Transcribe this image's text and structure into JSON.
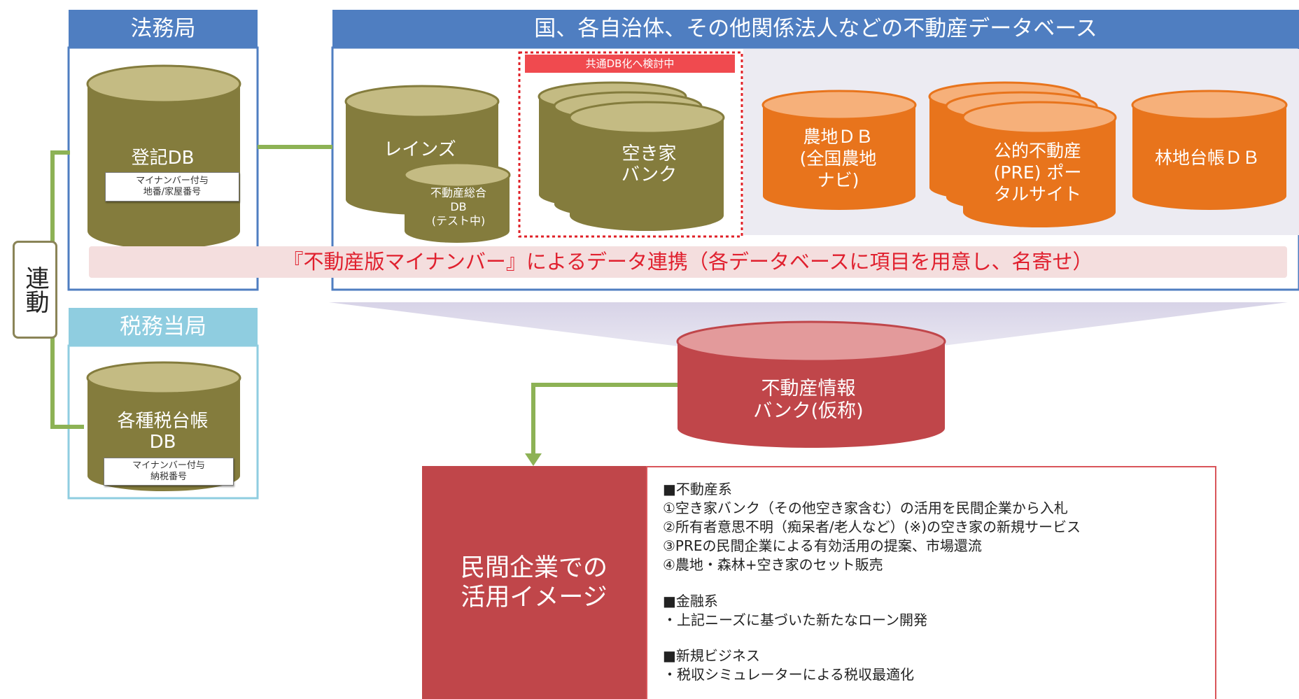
{
  "panels": {
    "homukyoku": "法務局",
    "zeimu": "税務当局",
    "national_db": "国、各自治体、その他関係法人などの不動産データベース"
  },
  "renkei": "連動",
  "databases": {
    "touki": "登記DB",
    "touki_tag": "マイナンバー付与\n地番/家屋番号",
    "zeidaicho": "各種税台帳\nDB",
    "zeidaicho_tag": "マイナンバー付与\n納税番号",
    "reins": "レインズ",
    "fudosan_sogo": "不動産総合\nDB\n(テスト中)",
    "akiya": "空き家\nバンク",
    "nochi": "農地ＤＢ\n(全国農地\nナビ)",
    "pre": "公的不動産\n(PRE) ポー\nタルサイト",
    "rinchi": "林地台帳ＤＢ",
    "info_bank": "不動産情報\nバンク(仮称)"
  },
  "common_db_tag": "共通DB化へ検討中",
  "mynumber_band": "『不動産版マイナンバー』によるデータ連携（各データベースに項目を用意し、名寄せ）",
  "usage": {
    "title": "民間企業での\n活用イメージ",
    "sections": [
      {
        "heading": "■不動産系",
        "items": [
          "①空き家バンク（その他空き家含む）の活用を民間企業から入札",
          "②所有者意思不明（痴呆者/老人など）(※)の空き家の新規サービス",
          "③PREの民間企業による有効活用の提案、市場還流",
          "④農地・森林+空き家のセット販売"
        ]
      },
      {
        "heading": "■金融系",
        "items": [
          "・上記ニーズに基づいた新たなローン開発"
        ]
      },
      {
        "heading": "■新規ビジネス",
        "items": [
          "・税収シミュレーターによる税収最適化"
        ]
      }
    ]
  },
  "colors": {
    "header_blue": "#4f7ec1",
    "light_blue": "#8fcde0",
    "olive": "#847c3d",
    "olive_top": "#c4bb83",
    "orange": "#e8741c",
    "orange_top": "#f6b07a",
    "red": "#c0464a",
    "green_line": "#8db255",
    "band_text": "#e0202e"
  }
}
